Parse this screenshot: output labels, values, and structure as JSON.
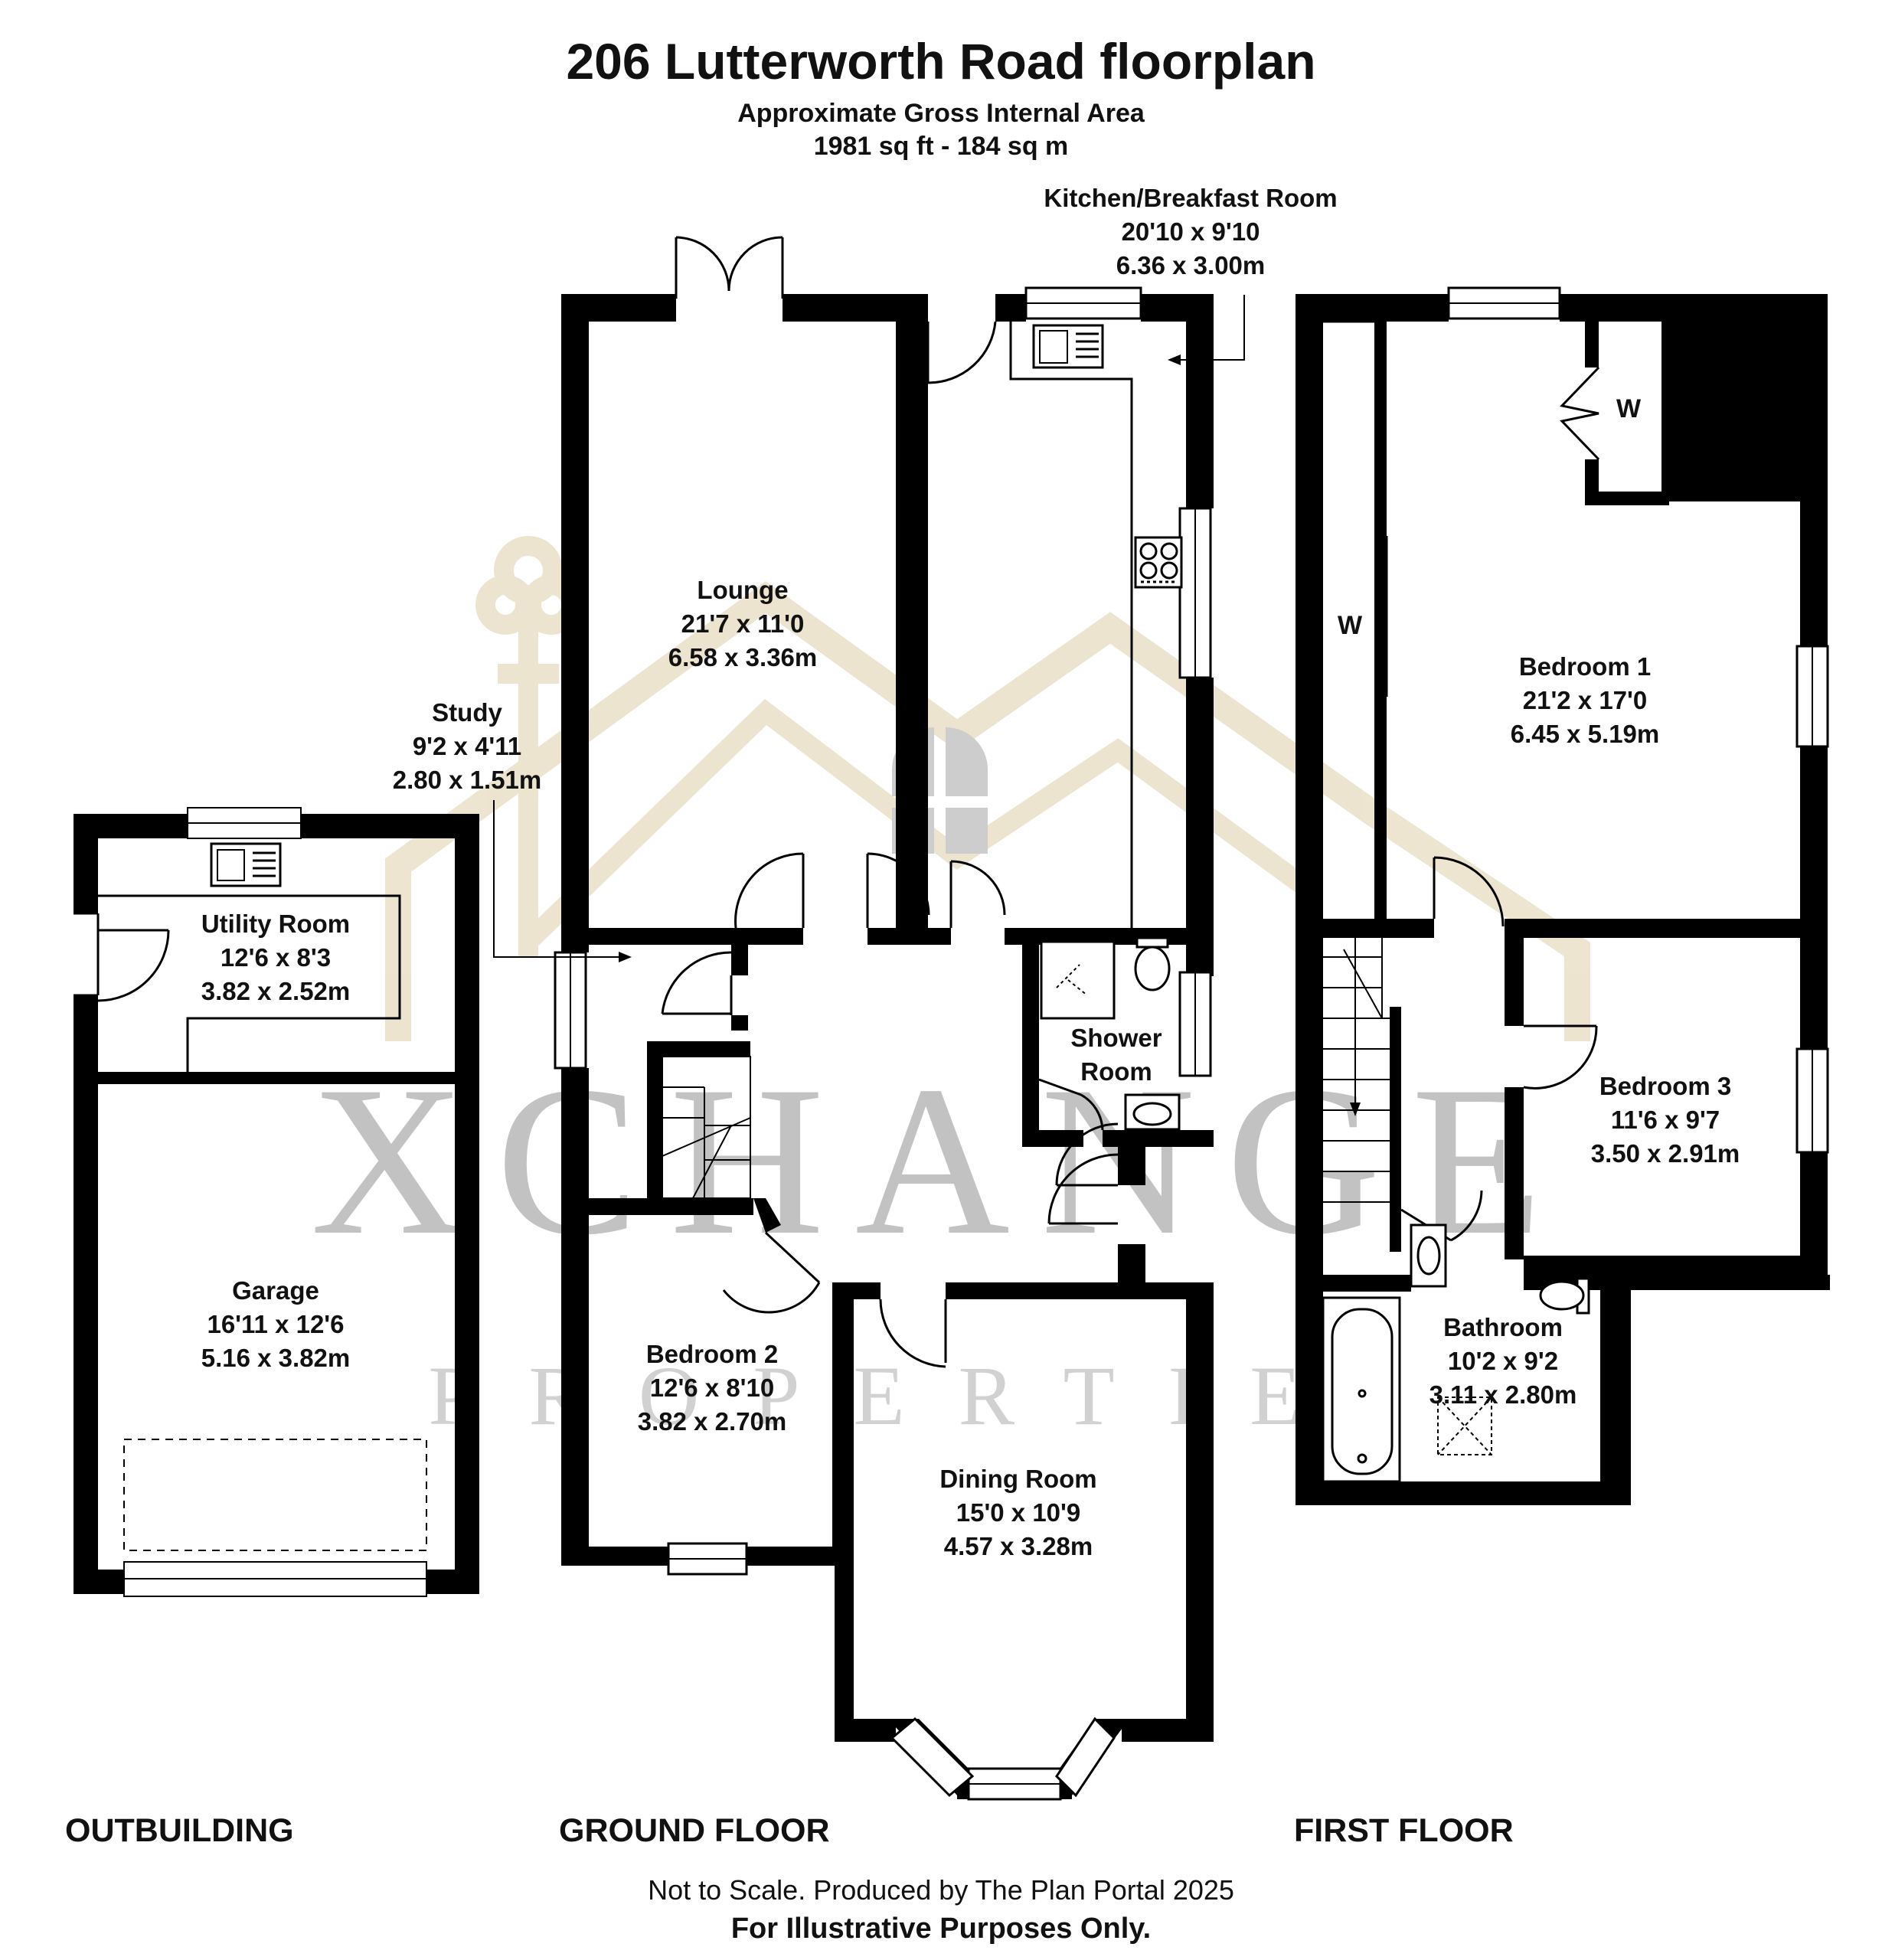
{
  "header": {
    "title": "206 Lutterworth Road floorplan",
    "subtitle": "Approximate Gross Internal Area",
    "area": "1981 sq ft - 184 sq m"
  },
  "rooms": {
    "kitchen": {
      "name": "Kitchen/Breakfast Room",
      "imperial": "20'10 x 9'10",
      "metric": "6.36 x 3.00m"
    },
    "lounge": {
      "name": "Lounge",
      "imperial": "21'7 x 11'0",
      "metric": "6.58 x 3.36m"
    },
    "study": {
      "name": "Study",
      "imperial": "9'2 x 4'11",
      "metric": "2.80 x 1.51m"
    },
    "utility": {
      "name": "Utility Room",
      "imperial": "12'6 x 8'3",
      "metric": "3.82 x 2.52m"
    },
    "garage": {
      "name": "Garage",
      "imperial": "16'11 x 12'6",
      "metric": "5.16 x 3.82m"
    },
    "shower": {
      "name1": "Shower",
      "name2": "Room"
    },
    "bedroom2": {
      "name": "Bedroom 2",
      "imperial": "12'6 x 8'10",
      "metric": "3.82 x 2.70m"
    },
    "dining": {
      "name": "Dining Room",
      "imperial": "15'0 x 10'9",
      "metric": "4.57 x 3.28m"
    },
    "bedroom1": {
      "name": "Bedroom 1",
      "imperial": "21'2 x 17'0",
      "metric": "6.45 x 5.19m"
    },
    "bedroom3": {
      "name": "Bedroom 3",
      "imperial": "11'6 x 9'7",
      "metric": "3.50 x 2.91m"
    },
    "bathroom": {
      "name": "Bathroom",
      "imperial": "10'2 x 9'2",
      "metric": "3.11 x 2.80m"
    }
  },
  "wardrobe_mark": "W",
  "floor_labels": {
    "outbuilding": "OUTBUILDING",
    "ground": "GROUND FLOOR",
    "first": "FIRST FLOOR"
  },
  "footer": {
    "line1": "Not to Scale. Produced by The Plan Portal 2025",
    "line2": "For Illustrative Purposes Only."
  },
  "watermark": {
    "word": "XCHANGE",
    "sub": "PROPERTIES"
  },
  "colors": {
    "wall": "#000000",
    "watermark_gold": "#e8dcc0",
    "watermark_grey": "#9a9a9a"
  }
}
